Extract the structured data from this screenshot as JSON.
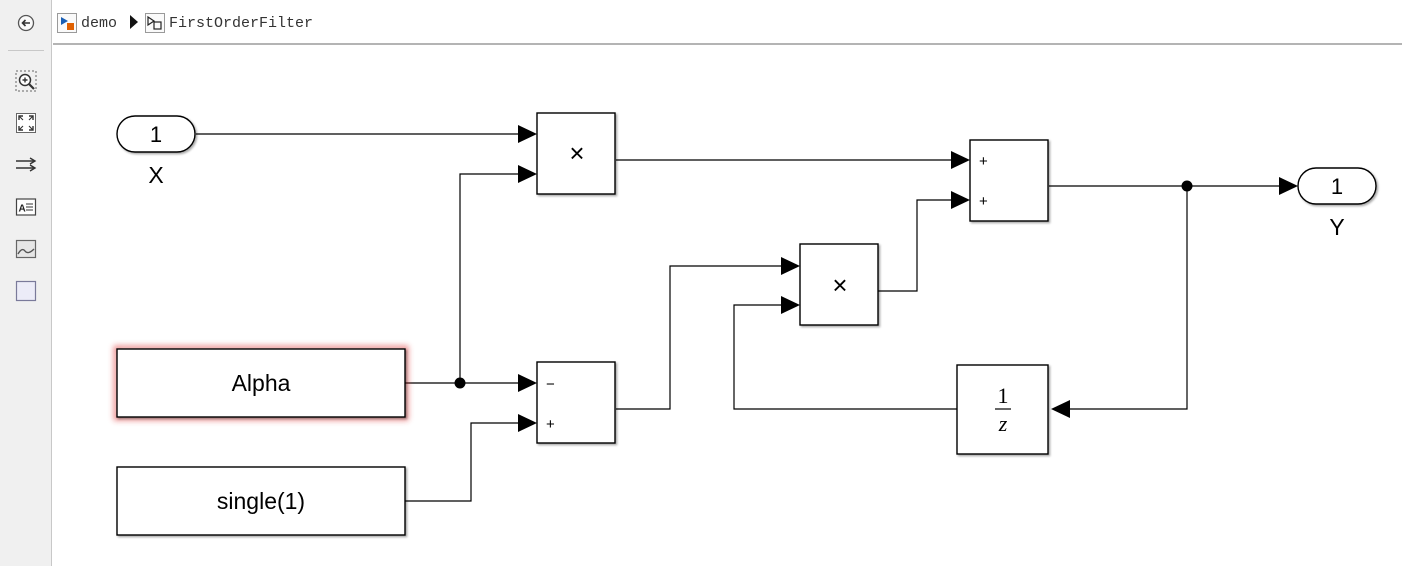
{
  "breadcrumb": {
    "items": [
      {
        "label": "demo",
        "icon": "model-icon"
      },
      {
        "label": "FirstOrderFilter",
        "icon": "subsystem-icon"
      }
    ]
  },
  "toolbar": {
    "tools": [
      "navigate-up-icon",
      "zoom-icon",
      "fit-view-icon",
      "signal-lines-icon",
      "annotation-icon",
      "image-icon",
      "area-icon"
    ]
  },
  "diagram": {
    "inport": {
      "number": "1",
      "name": "X"
    },
    "outport": {
      "number": "1",
      "name": "Y"
    },
    "constant_alpha": {
      "value": "Alpha"
    },
    "constant_one": {
      "value": "single(1)"
    },
    "product_symbol": "×",
    "sum_subtract_signs": [
      "−",
      "+"
    ],
    "sum_add_signs": [
      "+",
      "+"
    ],
    "unit_delay": {
      "numerator": "1",
      "denominator": "z"
    },
    "colors": {
      "highlight": "#e03030",
      "line": "#000000",
      "block_fill": "#ffffff"
    }
  }
}
